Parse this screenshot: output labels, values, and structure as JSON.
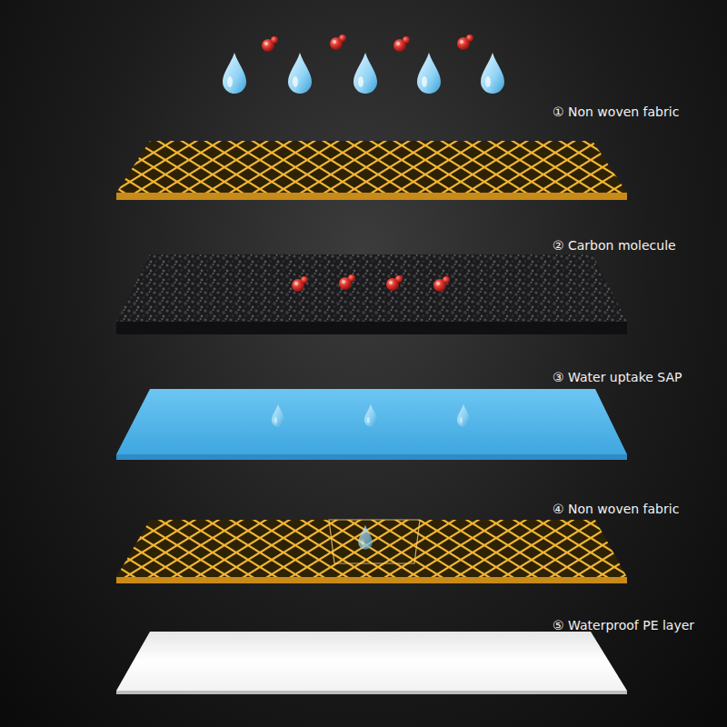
{
  "diagram": {
    "labels": [
      "① Non woven fabric",
      "② Carbon molecule",
      "③ Water uptake SAP",
      "④ Non woven fabric",
      "⑤ Waterproof PE layer"
    ]
  }
}
